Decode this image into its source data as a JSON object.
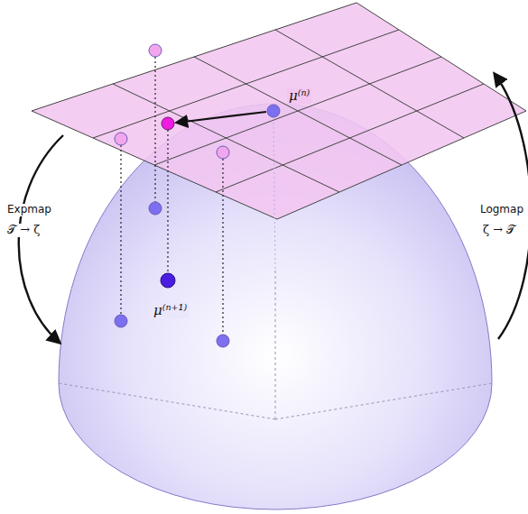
{
  "diagram": {
    "labels": [
      "μ⁽ⁿ⁾",
      "μ⁽ⁿ⁺¹⁾",
      "Expmap",
      "𝒯 → ζ",
      "Logmap",
      "ζ → 𝒯"
    ]
  }
}
